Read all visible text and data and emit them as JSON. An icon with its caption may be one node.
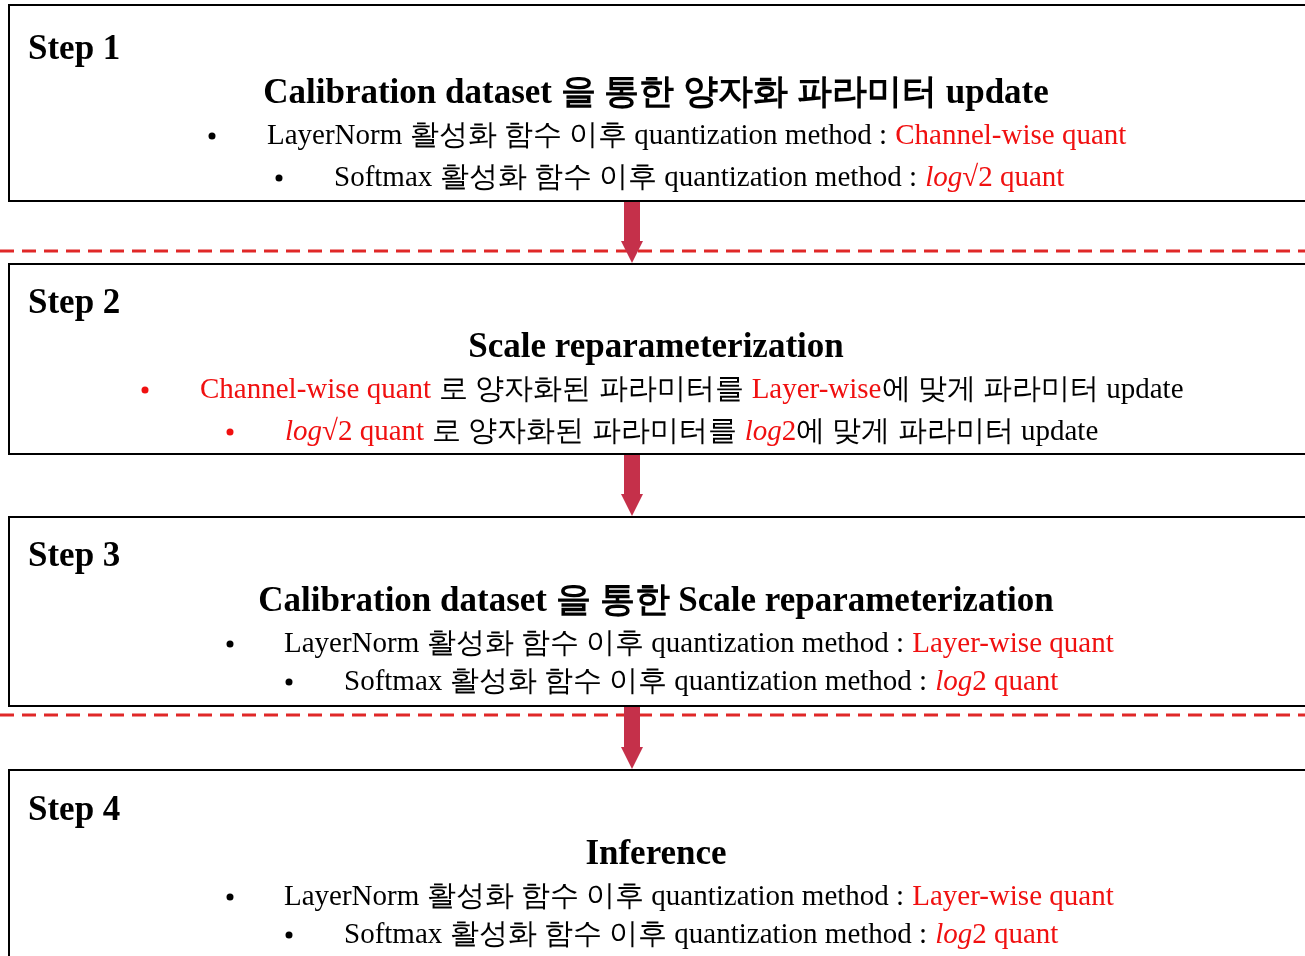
{
  "diagram": {
    "nodes": [
      {
        "text": [
          "Step 1",
          "Calibration dataset 을 통한 양자화 파라미터 update",
          "LayerNorm 활성화 함수 이후 quantization method :",
          "Channel-wise quant",
          "Softmax 활성화 함수 이후 quantization method :",
          "*log*√2 quant"
        ]
      },
      {
        "text": [
          "Step 2",
          "Scale reparameterization",
          "Channel-wise quant",
          "로 양자화된 파라미터를",
          "Layer-wise",
          "에 맞게 파라미터 update",
          "*log*√2 quant",
          "로 양자화된 파라미터를",
          "log",
          "2",
          "에 맞게 파라미터 update"
        ]
      },
      {
        "text": [
          "Step 3",
          "Calibration dataset 을 통한 Scale reparameterization",
          "LayerNorm 활성화 함수 이후 quantization method :",
          "Layer-wise quant",
          "Softmax 활성화 함수 이후 quantization method :",
          "log",
          "2 quant"
        ]
      },
      {
        "text": [
          "Step 4",
          "Inference",
          "LayerNorm 활성화 함수 이후 quantization method :",
          "Layer-wise quant",
          "Softmax 활성화 함수 이후 quantization method :",
          "log",
          "2 quant"
        ]
      }
    ],
    "edges": [
      {
        "from": 0,
        "to": 1,
        "arrow": "to"
      },
      {
        "from": 1,
        "to": 2,
        "arrow": "to"
      },
      {
        "from": 2,
        "to": 3,
        "arrow": "to"
      }
    ]
  }
}
